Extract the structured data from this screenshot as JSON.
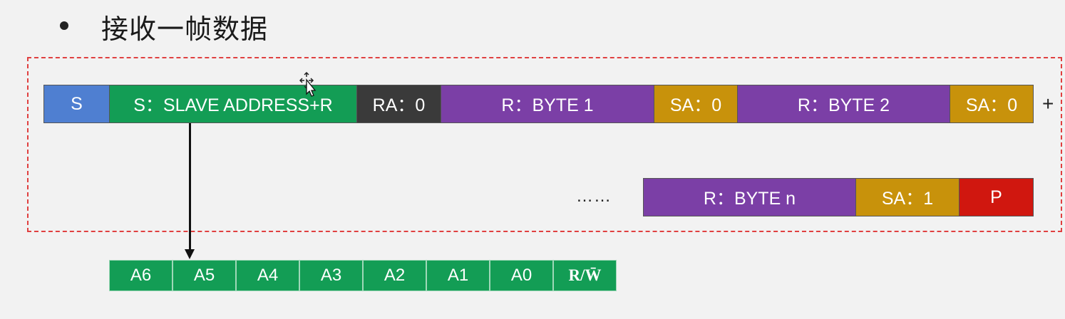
{
  "title": "接收一帧数据",
  "frame_row1": [
    {
      "label": "S",
      "color": "#4f7fd1"
    },
    {
      "label": "S：SLAVE ADDRESS+R",
      "color": "#139d55"
    },
    {
      "label": "RA：0",
      "color": "#3a3a3a"
    },
    {
      "label": "R：BYTE 1",
      "color": "#7b3fa6"
    },
    {
      "label": "SA：0",
      "color": "#c8920b"
    },
    {
      "label": "R：BYTE 2",
      "color": "#7b3fa6"
    },
    {
      "label": "SA：0",
      "color": "#c8920b"
    }
  ],
  "continuation": "+",
  "ellipsis": "……",
  "frame_row2": [
    {
      "label": "R：BYTE n",
      "color": "#7b3fa6"
    },
    {
      "label": "SA：1",
      "color": "#c8920b"
    },
    {
      "label": "P",
      "color": "#d0170f"
    }
  ],
  "address_bits": [
    "A6",
    "A5",
    "A4",
    "A3",
    "A2",
    "A1",
    "A0",
    "R/W̄"
  ],
  "icons": {
    "cursor": "move-cursor-icon",
    "arrow": "down-arrow-icon"
  }
}
